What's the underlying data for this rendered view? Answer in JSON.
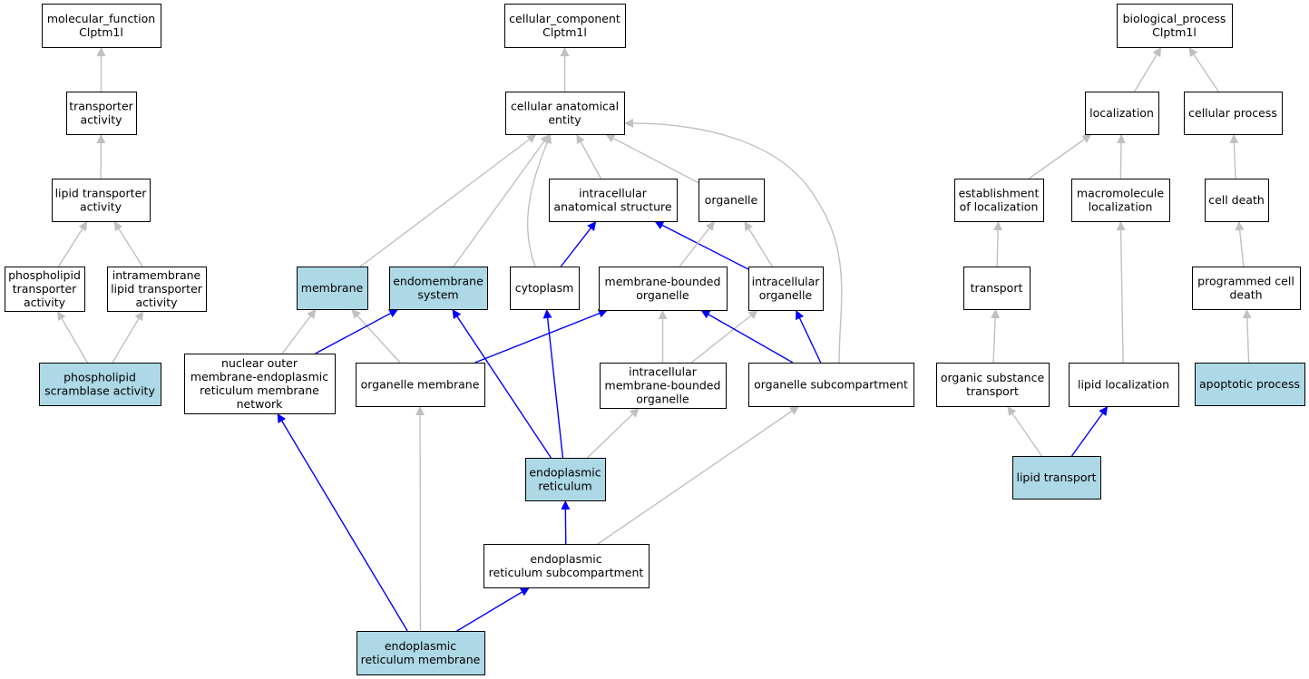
{
  "colors": {
    "highlight_fill": "#add8e6",
    "default_fill": "#ffffff",
    "border": "#000000",
    "edge_gray": "#c0c0c0",
    "edge_blue": "#0000ff"
  },
  "nodes": {
    "mf_root": {
      "lines": [
        "molecular_function",
        "Clptm1l"
      ],
      "highlight": false
    },
    "transporter_activity": {
      "lines": [
        "transporter",
        "activity"
      ],
      "highlight": false
    },
    "lipid_transporter_activity": {
      "lines": [
        "lipid transporter",
        "activity"
      ],
      "highlight": false
    },
    "phospholipid_transporter_activity": {
      "lines": [
        "phospholipid",
        "transporter",
        "activity"
      ],
      "highlight": false
    },
    "intramembrane_lipid_transporter_activity": {
      "lines": [
        "intramembrane",
        "lipid transporter",
        "activity"
      ],
      "highlight": false
    },
    "phospholipid_scramblase_activity": {
      "lines": [
        "phospholipid",
        "scramblase activity"
      ],
      "highlight": true
    },
    "cc_root": {
      "lines": [
        "cellular_component",
        "Clptm1l"
      ],
      "highlight": false
    },
    "cellular_anatomical_entity": {
      "lines": [
        "cellular anatomical",
        "entity"
      ],
      "highlight": false
    },
    "intracellular_anatomical_structure": {
      "lines": [
        "intracellular",
        "anatomical structure"
      ],
      "highlight": false
    },
    "organelle": {
      "lines": [
        "organelle"
      ],
      "highlight": false
    },
    "membrane": {
      "lines": [
        "membrane"
      ],
      "highlight": true
    },
    "endomembrane_system": {
      "lines": [
        "endomembrane",
        "system"
      ],
      "highlight": true
    },
    "cytoplasm": {
      "lines": [
        "cytoplasm"
      ],
      "highlight": false
    },
    "membrane_bounded_organelle": {
      "lines": [
        "membrane-bounded",
        "organelle"
      ],
      "highlight": false
    },
    "intracellular_organelle": {
      "lines": [
        "intracellular",
        "organelle"
      ],
      "highlight": false
    },
    "nuclear_outer_membrane_er_network": {
      "lines": [
        "nuclear outer",
        "membrane-endoplasmic",
        "reticulum membrane",
        "network"
      ],
      "highlight": false
    },
    "organelle_membrane": {
      "lines": [
        "organelle membrane"
      ],
      "highlight": false
    },
    "intracellular_membrane_bounded_organelle": {
      "lines": [
        "intracellular",
        "membrane-bounded",
        "organelle"
      ],
      "highlight": false
    },
    "organelle_subcompartment": {
      "lines": [
        "organelle subcompartment"
      ],
      "highlight": false
    },
    "endoplasmic_reticulum": {
      "lines": [
        "endoplasmic",
        "reticulum"
      ],
      "highlight": true
    },
    "er_subcompartment": {
      "lines": [
        "endoplasmic",
        "reticulum subcompartment"
      ],
      "highlight": false
    },
    "er_membrane": {
      "lines": [
        "endoplasmic",
        "reticulum membrane"
      ],
      "highlight": true
    },
    "bp_root": {
      "lines": [
        "biological_process",
        "Clptm1l"
      ],
      "highlight": false
    },
    "localization": {
      "lines": [
        "localization"
      ],
      "highlight": false
    },
    "cellular_process": {
      "lines": [
        "cellular process"
      ],
      "highlight": false
    },
    "establishment_of_localization": {
      "lines": [
        "establishment",
        "of localization"
      ],
      "highlight": false
    },
    "macromolecule_localization": {
      "lines": [
        "macromolecule",
        "localization"
      ],
      "highlight": false
    },
    "cell_death": {
      "lines": [
        "cell death"
      ],
      "highlight": false
    },
    "transport": {
      "lines": [
        "transport"
      ],
      "highlight": false
    },
    "programmed_cell_death": {
      "lines": [
        "programmed cell",
        "death"
      ],
      "highlight": false
    },
    "organic_substance_transport": {
      "lines": [
        "organic substance",
        "transport"
      ],
      "highlight": false
    },
    "lipid_localization": {
      "lines": [
        "lipid localization"
      ],
      "highlight": false
    },
    "apoptotic_process": {
      "lines": [
        "apoptotic process"
      ],
      "highlight": true
    },
    "lipid_transport": {
      "lines": [
        "lipid transport"
      ],
      "highlight": true
    }
  },
  "edges": [
    {
      "from": "transporter_activity",
      "to": "mf_root",
      "color": "gray"
    },
    {
      "from": "lipid_transporter_activity",
      "to": "transporter_activity",
      "color": "gray"
    },
    {
      "from": "phospholipid_transporter_activity",
      "to": "lipid_transporter_activity",
      "color": "gray"
    },
    {
      "from": "intramembrane_lipid_transporter_activity",
      "to": "lipid_transporter_activity",
      "color": "gray"
    },
    {
      "from": "phospholipid_scramblase_activity",
      "to": "phospholipid_transporter_activity",
      "color": "gray"
    },
    {
      "from": "phospholipid_scramblase_activity",
      "to": "intramembrane_lipid_transporter_activity",
      "color": "gray"
    },
    {
      "from": "cellular_anatomical_entity",
      "to": "cc_root",
      "color": "gray"
    },
    {
      "from": "membrane",
      "to": "cellular_anatomical_entity",
      "color": "gray"
    },
    {
      "from": "endomembrane_system",
      "to": "cellular_anatomical_entity",
      "color": "gray"
    },
    {
      "from": "cytoplasm",
      "to": "cellular_anatomical_entity",
      "color": "gray"
    },
    {
      "from": "intracellular_anatomical_structure",
      "to": "cellular_anatomical_entity",
      "color": "gray"
    },
    {
      "from": "organelle",
      "to": "cellular_anatomical_entity",
      "color": "gray"
    },
    {
      "from": "organelle_subcompartment",
      "to": "cellular_anatomical_entity",
      "color": "gray"
    },
    {
      "from": "cytoplasm",
      "to": "intracellular_anatomical_structure",
      "color": "blue"
    },
    {
      "from": "intracellular_organelle",
      "to": "intracellular_anatomical_structure",
      "color": "blue"
    },
    {
      "from": "membrane_bounded_organelle",
      "to": "organelle",
      "color": "gray"
    },
    {
      "from": "intracellular_organelle",
      "to": "organelle",
      "color": "gray"
    },
    {
      "from": "nuclear_outer_membrane_er_network",
      "to": "membrane",
      "color": "gray"
    },
    {
      "from": "organelle_membrane",
      "to": "membrane",
      "color": "gray"
    },
    {
      "from": "nuclear_outer_membrane_er_network",
      "to": "endomembrane_system",
      "color": "blue"
    },
    {
      "from": "organelle_membrane",
      "to": "membrane_bounded_organelle",
      "color": "blue"
    },
    {
      "from": "intracellular_membrane_bounded_organelle",
      "to": "membrane_bounded_organelle",
      "color": "gray"
    },
    {
      "from": "intracellular_membrane_bounded_organelle",
      "to": "intracellular_organelle",
      "color": "gray"
    },
    {
      "from": "organelle_subcompartment",
      "to": "membrane_bounded_organelle",
      "color": "blue"
    },
    {
      "from": "organelle_subcompartment",
      "to": "intracellular_organelle",
      "color": "blue"
    },
    {
      "from": "endoplasmic_reticulum",
      "to": "endomembrane_system",
      "color": "blue"
    },
    {
      "from": "endoplasmic_reticulum",
      "to": "cytoplasm",
      "color": "blue"
    },
    {
      "from": "endoplasmic_reticulum",
      "to": "intracellular_membrane_bounded_organelle",
      "color": "gray"
    },
    {
      "from": "er_subcompartment",
      "to": "endoplasmic_reticulum",
      "color": "blue"
    },
    {
      "from": "er_subcompartment",
      "to": "organelle_subcompartment",
      "color": "gray"
    },
    {
      "from": "er_membrane",
      "to": "nuclear_outer_membrane_er_network",
      "color": "blue"
    },
    {
      "from": "er_membrane",
      "to": "organelle_membrane",
      "color": "gray"
    },
    {
      "from": "er_membrane",
      "to": "er_subcompartment",
      "color": "blue"
    },
    {
      "from": "localization",
      "to": "bp_root",
      "color": "gray"
    },
    {
      "from": "cellular_process",
      "to": "bp_root",
      "color": "gray"
    },
    {
      "from": "establishment_of_localization",
      "to": "localization",
      "color": "gray"
    },
    {
      "from": "macromolecule_localization",
      "to": "localization",
      "color": "gray"
    },
    {
      "from": "cell_death",
      "to": "cellular_process",
      "color": "gray"
    },
    {
      "from": "transport",
      "to": "establishment_of_localization",
      "color": "gray"
    },
    {
      "from": "programmed_cell_death",
      "to": "cell_death",
      "color": "gray"
    },
    {
      "from": "organic_substance_transport",
      "to": "transport",
      "color": "gray"
    },
    {
      "from": "lipid_localization",
      "to": "macromolecule_localization",
      "color": "gray"
    },
    {
      "from": "apoptotic_process",
      "to": "programmed_cell_death",
      "color": "gray"
    },
    {
      "from": "lipid_transport",
      "to": "organic_substance_transport",
      "color": "gray"
    },
    {
      "from": "lipid_transport",
      "to": "lipid_localization",
      "color": "blue"
    }
  ]
}
